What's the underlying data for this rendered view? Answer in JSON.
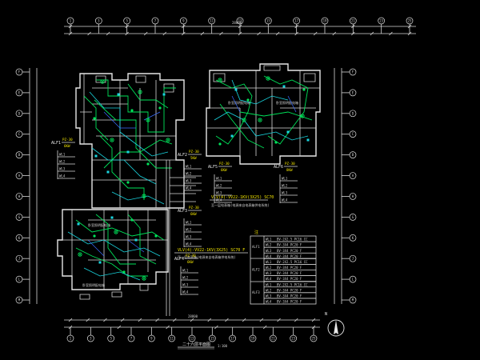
{
  "drawing_title": "二十六层平面图",
  "drawing_scale": "1:100",
  "north_label": "N",
  "top_axes": [
    "1",
    "3",
    "5",
    "7",
    "9",
    "11",
    "13",
    "15",
    "17",
    "19",
    "21",
    "23",
    "25"
  ],
  "bottom_axes": [
    "1",
    "3",
    "5",
    "7",
    "9",
    "11",
    "13",
    "15",
    "17",
    "19",
    "21",
    "23",
    "25"
  ],
  "left_axes": [
    "F",
    "E",
    "D",
    "C",
    "B",
    "A",
    "H",
    "G",
    "K",
    "J",
    "L",
    "M"
  ],
  "right_axes": [
    "F",
    "E",
    "D",
    "C",
    "B",
    "A",
    "H",
    "G",
    "K",
    "J",
    "L",
    "M"
  ],
  "top_total_dim": "28800",
  "bottom_total_dim": "28800",
  "panels": [
    {
      "id": "ALF1",
      "code": "ALF1",
      "spec": "PZ-30",
      "power": "6KW",
      "lines": [
        "WL1",
        "WL2",
        "WL3",
        "WL4"
      ]
    },
    {
      "id": "ALF2",
      "code": "ALF2",
      "spec": "PZ-30",
      "power": "5KW",
      "lines": [
        "WL1",
        "WL2",
        "WL3",
        "WL4"
      ]
    },
    {
      "id": "ALF3",
      "code": "ALF3",
      "spec": "PZ-30",
      "power": "6KW",
      "lines": [
        "WL1",
        "WL2",
        "WL3",
        "WL4"
      ]
    },
    {
      "id": "ALF4",
      "code": "ALF4",
      "spec": "PZ-30",
      "power": "6KW",
      "lines": [
        "WL1",
        "WL2",
        "WL3",
        "WL4"
      ]
    },
    {
      "id": "ALF5",
      "code": "ALF5",
      "spec": "PZ-30",
      "power": "6KW",
      "lines": [
        "WL1",
        "WL2",
        "WL3",
        "WL4"
      ]
    },
    {
      "id": "ALF6",
      "code": "ALF6",
      "spec": "PZ-30",
      "power": "8KW",
      "lines": [
        "WL1",
        "WL2",
        "WL3",
        "WL4"
      ]
    }
  ],
  "feeder_note_top": "VLV(4)-VV22-1KV(3X25) SC70",
  "feeder_note_top_sub": "至一层电表箱(电源来自电表箱供电系统)",
  "feeder_note_mid": "VLV(4)-VV22-1KV(3X25) SC70 F",
  "feeder_note_mid_sub": "至一层电表箱(电源来自电表箱供电系统)",
  "legend": {
    "title": "注",
    "rows": [
      {
        "box": "ALF1",
        "circuit": "WL1",
        "desc": "BV-2X2.5 PC16 CC"
      },
      {
        "box": "",
        "circuit": "WL2",
        "desc": "BV-3X4 PC20 F"
      },
      {
        "box": "",
        "circuit": "WL3",
        "desc": "BV-3X4 PC20 F"
      },
      {
        "box": "",
        "circuit": "WL4",
        "desc": "BV-3X4 PC20 F"
      },
      {
        "box": "ALF2",
        "circuit": "WL1",
        "desc": "BV-2X2.5 PC16 CC"
      },
      {
        "box": "",
        "circuit": "WL2",
        "desc": "BV-3X4 PC20 F"
      },
      {
        "box": "",
        "circuit": "WL3",
        "desc": "BV-3X4 PC20 F"
      },
      {
        "box": "",
        "circuit": "WL4",
        "desc": "BV-3X4 PC20 F"
      },
      {
        "box": "ALF3",
        "circuit": "WL1",
        "desc": "BV-2X2.5 PC16 CC"
      },
      {
        "box": "",
        "circuit": "WL2",
        "desc": "BV-3X4 PC20 F"
      },
      {
        "box": "",
        "circuit": "WL3",
        "desc": "BV-3X4 PC20 F"
      },
      {
        "box": "",
        "circuit": "WL4",
        "desc": "BV-3X4 PC20 F"
      }
    ]
  }
}
